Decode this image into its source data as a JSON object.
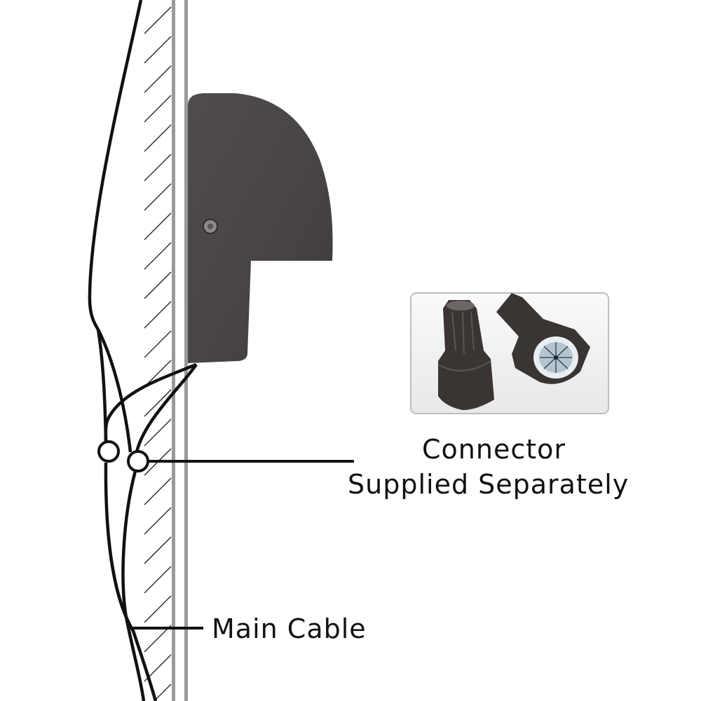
{
  "labels": {
    "connector_line1": "Connector",
    "connector_line2": "Supplied Separately",
    "main_cable": "Main Cable"
  },
  "colors": {
    "fixture": "#4a4747",
    "wire": "#111111",
    "wall": "#9a9a9a",
    "connector_body": "#3a3533"
  }
}
